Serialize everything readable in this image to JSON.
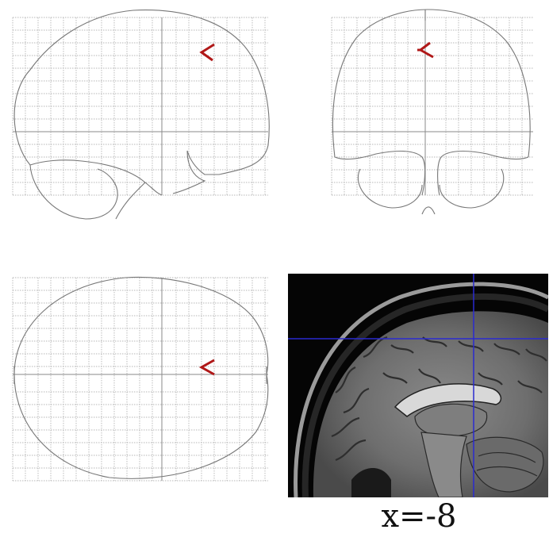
{
  "figure": {
    "coordinate_label": "x=-8",
    "colors": {
      "grid": "#9a9a9a",
      "outline": "#7a7a7a",
      "crosshair_glass": "#8a8a8a",
      "activation": "#b01818",
      "mri_crosshair": "#2a2ad0",
      "background": "#ffffff"
    },
    "views": [
      {
        "name": "sagittal",
        "type": "glass-brain"
      },
      {
        "name": "coronal",
        "type": "glass-brain"
      },
      {
        "name": "axial",
        "type": "glass-brain"
      },
      {
        "name": "mri-sagittal-slice",
        "type": "anatomical-slice"
      }
    ]
  }
}
